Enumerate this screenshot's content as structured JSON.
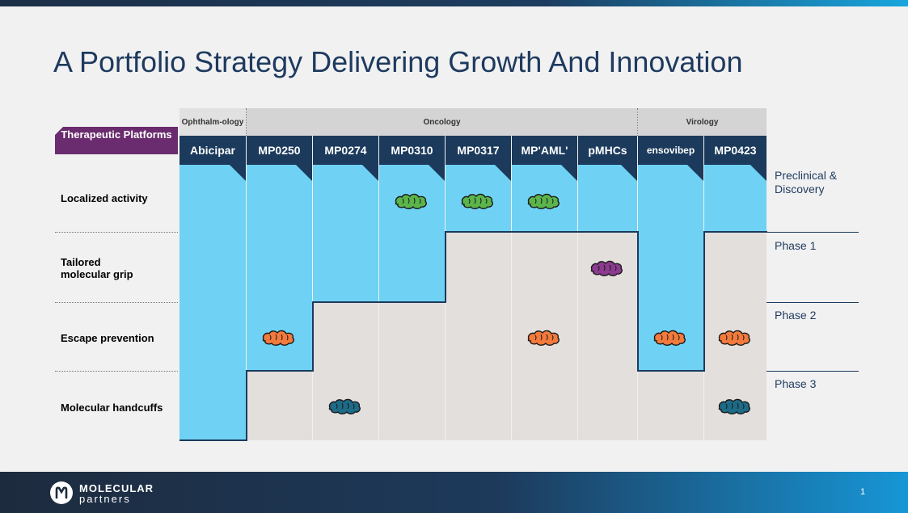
{
  "title": "A Portfolio Strategy Delivering Growth And Innovation",
  "therapeutic_platforms_label": "Therapeutic Platforms",
  "categories": [
    "Ophthalm-ology",
    "Oncology",
    "Virology"
  ],
  "products": [
    "Abicipar",
    "MP0250",
    "MP0274",
    "MP0310",
    "MP0317",
    "MP'AML'",
    "pMHCs",
    "ensovibep",
    "MP0423"
  ],
  "rows": [
    {
      "label": "Localized activity",
      "color": "#5bb54a"
    },
    {
      "label": "Tailored molecular grip",
      "color": "#8b3a8f"
    },
    {
      "label": "Escape prevention",
      "color": "#f47a3c"
    },
    {
      "label": "Molecular handcuffs",
      "color": "#1d6b87"
    }
  ],
  "phases": [
    "Preclinical & Discovery",
    "Phase 1",
    "Phase 2",
    "Phase 3"
  ],
  "product_phase_reached": {
    "Abicipar": "Phase 3",
    "MP0250": "Phase 2",
    "MP0274": "Phase 1",
    "MP0310": "Phase 1",
    "MP0317": "Preclinical & Discovery",
    "MP'AML'": "Preclinical & Discovery",
    "pMHCs": "Preclinical & Discovery",
    "ensovibep": "Phase 2",
    "MP0423": "Preclinical & Discovery"
  },
  "platform_markers": [
    {
      "product": "MP0310",
      "platform": "Localized activity"
    },
    {
      "product": "MP0317",
      "platform": "Localized activity"
    },
    {
      "product": "MP'AML'",
      "platform": "Localized activity"
    },
    {
      "product": "pMHCs",
      "platform": "Tailored molecular grip"
    },
    {
      "product": "MP0250",
      "platform": "Escape prevention"
    },
    {
      "product": "MP'AML'",
      "platform": "Escape prevention"
    },
    {
      "product": "ensovibep",
      "platform": "Escape prevention"
    },
    {
      "product": "MP0423",
      "platform": "Escape prevention"
    },
    {
      "product": "MP0274",
      "platform": "Molecular handcuffs"
    },
    {
      "product": "MP0423",
      "platform": "Molecular handcuffs"
    }
  ],
  "colors": {
    "phase_fill": "#6fd2f4",
    "inactive_fill": "#e3dfdd",
    "header_navy": "#1b3a5c",
    "platform_purple": "#6a2c6e"
  },
  "footer": {
    "logo_name": "MOLECULAR",
    "logo_sub": "partners",
    "page_number": "1"
  }
}
